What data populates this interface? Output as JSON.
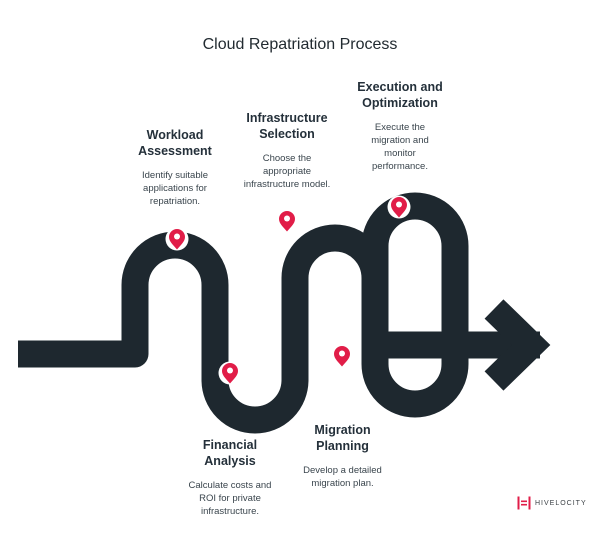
{
  "title": "Cloud Repatriation Process",
  "steps": [
    {
      "heading": "Workload\nAssessment",
      "description": "Identify suitable\napplications for\nrepatriation."
    },
    {
      "heading": "Infrastructure\nSelection",
      "description": "Choose the\nappropriate\ninfrastructure model."
    },
    {
      "heading": "Execution and\nOptimization",
      "description": "Execute the\nmigration and\nmonitor\nperformance."
    },
    {
      "heading": "Financial\nAnalysis",
      "description": "Calculate costs and\nROI for private\ninfrastructure."
    },
    {
      "heading": "Migration\nPlanning",
      "description": "Develop a detailed\nmigration plan."
    }
  ],
  "brand": {
    "name": "HIVELOCITY"
  },
  "icons": {
    "marker": "map-pin-icon",
    "logo": "hivelocity-logo-icon"
  },
  "colors": {
    "road": "#1e282f",
    "pin": "#e11d48",
    "text": "#24303a"
  }
}
